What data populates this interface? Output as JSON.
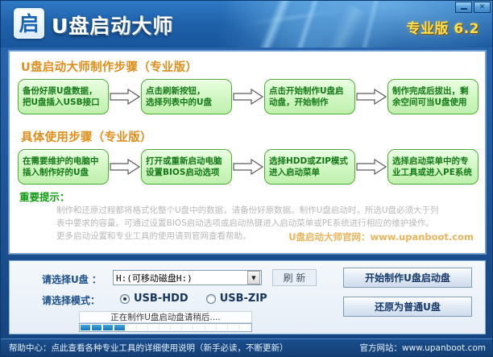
{
  "window": {
    "logo_glyph": "启",
    "app_title": "U盘启动大师",
    "edition": "专业版 6.2",
    "minimize_label": "",
    "close_label": "✕"
  },
  "steps_panel": {
    "make_section": {
      "title": "U盘启动大师制作步骤（专业版）",
      "steps": [
        {
          "line1": "备份好原U盘数据，",
          "line2": "把U盘插入USB接口"
        },
        {
          "line1": "点击刷新按钮，",
          "line2": "选择列表中的U盘"
        },
        {
          "line1": "点击开始制作U盘启",
          "line2": "动盘，开始制作"
        },
        {
          "line1": "制作完成后拔出，剩",
          "line2": "余空间可当U盘使用"
        }
      ]
    },
    "usage_section": {
      "title": "具体使用步骤（专业版）",
      "steps": [
        {
          "line1": "在需要维护的电脑中",
          "line2": "插入制作好的U盘"
        },
        {
          "line1": "打开或重新启动电脑",
          "line2": "设置BIOS启动选项"
        },
        {
          "line1": "选择HDD或ZIP模式",
          "line2": "进入启动菜单"
        },
        {
          "line1": "选择启动菜单中的专",
          "line2": "业工具或进入PE系统"
        }
      ]
    },
    "notice": {
      "label": "重要提示：",
      "line1": "制作和还原过程都将格式化整个U盘中的数据，请备份好原数据。制作U盘启动时，所选U盘必须大于列",
      "line2": "表中要求的容量。可通过设置BIOS启动选项或启动热键进入启动菜单或PE系统进行相应的维护操作。",
      "line3": "更多启动设置和专业工具的使用请到官网查看帮助。",
      "site": "U盘启动大师官网：www.upanboot.com"
    }
  },
  "control_panel": {
    "udisk_label": "请选择U盘 ：",
    "udisk_value": "H:(可移动磁盘H:)",
    "udisk_options": [
      "H:(可移动磁盘H:)"
    ],
    "mode_label": "请选择模式：",
    "modes": [
      {
        "label": "USB-HDD",
        "checked": true
      },
      {
        "label": "USB-ZIP",
        "checked": false
      }
    ],
    "refresh_button": "刷 新",
    "make_button": "开始制作U盘启动盘",
    "restore_button": "还原为普通U盘",
    "progress_status": "正在制作U盘启动盘请稍后....",
    "progress_cells_total": 15,
    "progress_cells_filled": 4
  },
  "footer": {
    "help_text": "帮助中心：点此查看各种专业工具的详细使用说明（新手必读，不断更新）",
    "site_text": "官方网站：www.upanboot.com"
  },
  "colors": {
    "titlebar_blue": "#1f62ab",
    "step_green": "#127a15",
    "section_orange": "#e08e1b",
    "edition_yellow": "#ffe14d",
    "progress_blue": "#1a74b6"
  }
}
